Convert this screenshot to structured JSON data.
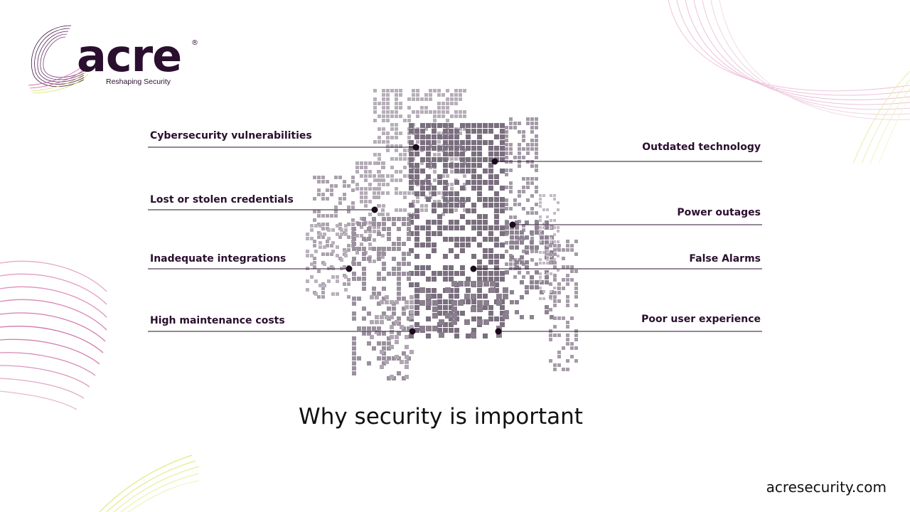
{
  "brand": {
    "name": "acre",
    "registered_mark": "®",
    "tagline": "Reshaping Security",
    "primary_color": "#2a0f2e",
    "accent_pink": "#c9589a",
    "accent_lime": "#d6e35a"
  },
  "risks": {
    "left": [
      "Cybersecurity vulnerabilities",
      "Lost or stolen credentials",
      "Inadequate integrations",
      "High maintenance costs"
    ],
    "right": [
      "Outdated technology",
      "Power outages",
      "False Alarms",
      "Poor user experience"
    ]
  },
  "headline": "Why security is important",
  "website": "acresecurity.com"
}
